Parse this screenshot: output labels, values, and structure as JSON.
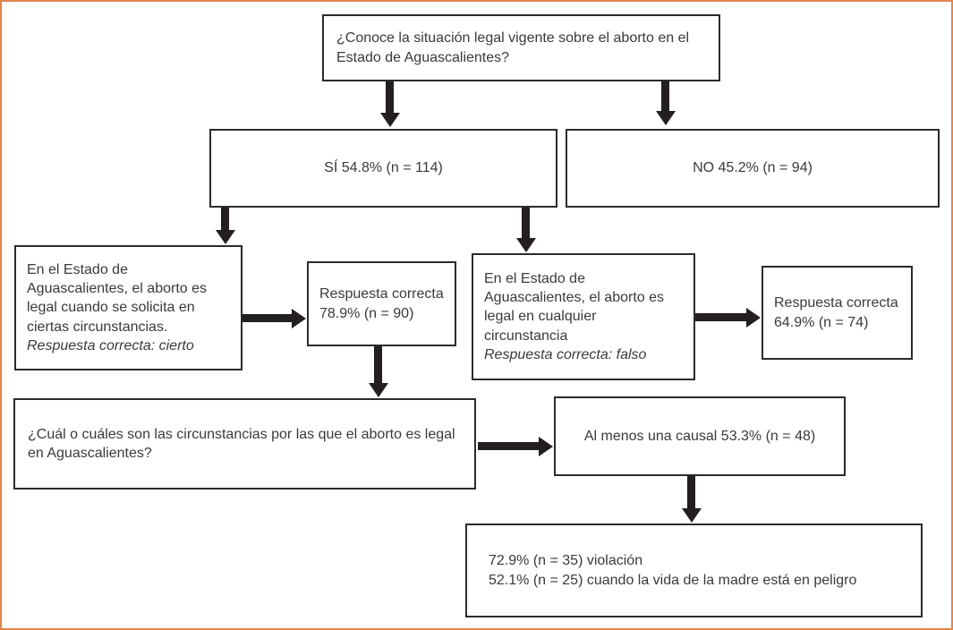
{
  "colors": {
    "frame": "#E0884F",
    "box_border": "#2b2b2b",
    "text": "#3a3a3a",
    "arrow": "#231f20"
  },
  "icons": {
    "arrow_down": "solid black down arrow connector",
    "arrow_right": "solid black right arrow connector"
  },
  "nodes": {
    "root_question": "¿Conoce la situación legal vigente sobre el aborto en el Estado de Aguascalientes?",
    "yes": "SÍ 54.8% (n = 114)",
    "no": "NO 45.2% (n = 94)",
    "statement_cierto": "En el Estado de Aguascalientes, el aborto es legal cuando se solicita en ciertas circunstancias.",
    "statement_cierto_answer": "Respuesta correcta: cierto",
    "result_cierto": "Respuesta correcta 78.9% (n = 90)",
    "statement_falso": "En el Estado de Aguascalientes, el aborto es legal en cualquier circunstancia",
    "statement_falso_answer": "Respuesta correcta: falso",
    "result_falso": "Respuesta correcta 64.9% (n = 74)",
    "which_question": "¿Cuál o cuáles son las circunstancias por las que el aborto es legal en Aguascalientes?",
    "at_least_one": "Al menos una causal 53.3% (n = 48)",
    "causes_line1": "72.9% (n = 35) violación",
    "causes_line2": "52.1% (n = 25) cuando la vida de la madre está en peligro"
  }
}
